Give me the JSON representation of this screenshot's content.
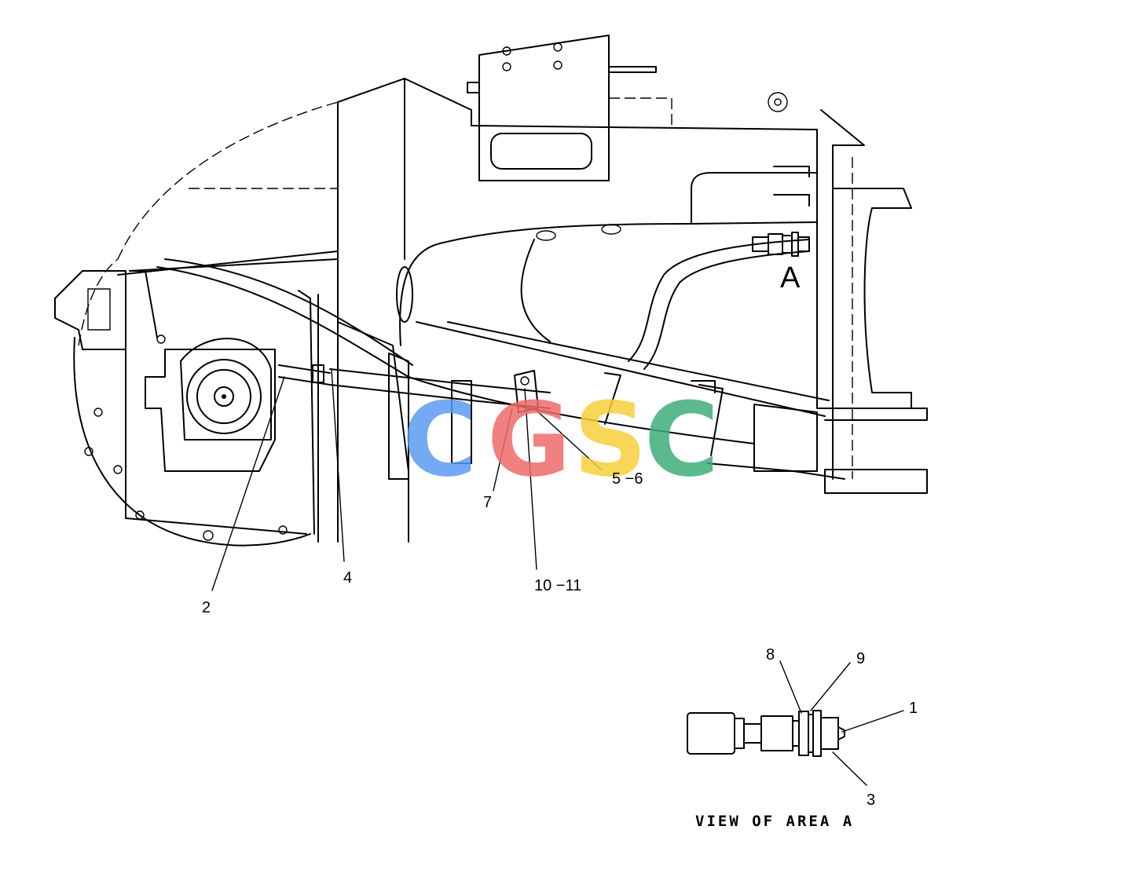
{
  "watermark": {
    "letters": [
      {
        "text": "C",
        "color": "#5b9cf2"
      },
      {
        "text": "G",
        "color": "#ef6b6b"
      },
      {
        "text": "S",
        "color": "#f7cf3a"
      },
      {
        "text": "C",
        "color": "#3fae7a"
      }
    ]
  },
  "view_marker": "A",
  "callouts": {
    "c1": "1",
    "c2": "2",
    "c3": "3",
    "c4": "4",
    "c5_6": "5 −6",
    "c7": "7",
    "c8": "8",
    "c9": "9",
    "c10_11": "10 −11"
  },
  "detail_caption": "VIEW OF AREA A"
}
